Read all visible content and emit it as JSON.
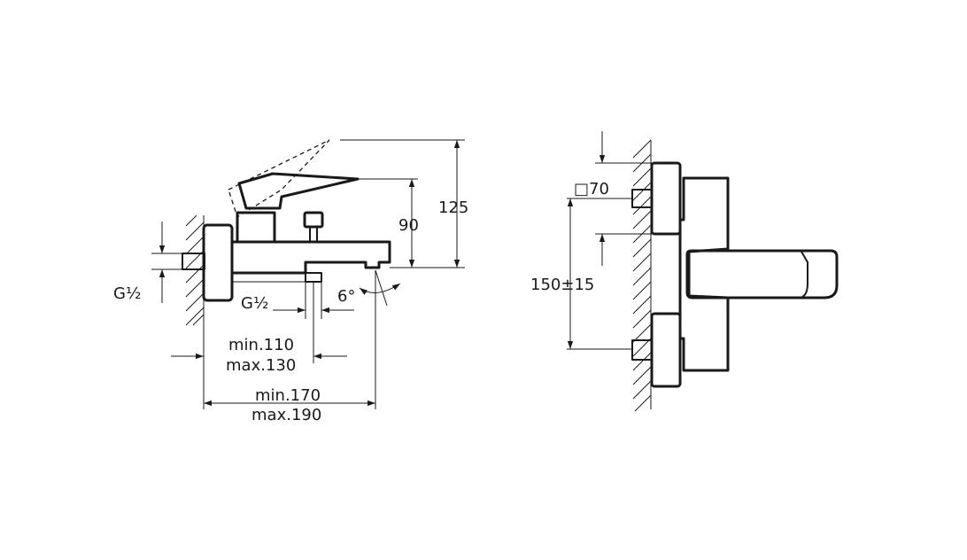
{
  "side_view": {
    "height_total": "125",
    "height_spout": "90",
    "thread_wall": "G½",
    "thread_bottom": "G½",
    "angle": "6°",
    "shower_offset_min": "min.110",
    "shower_offset_max": "max.130",
    "spout_reach_min": "min.170",
    "spout_reach_max": "max.190"
  },
  "front_view": {
    "square_size": "□70",
    "centre_distance": "150±15"
  }
}
